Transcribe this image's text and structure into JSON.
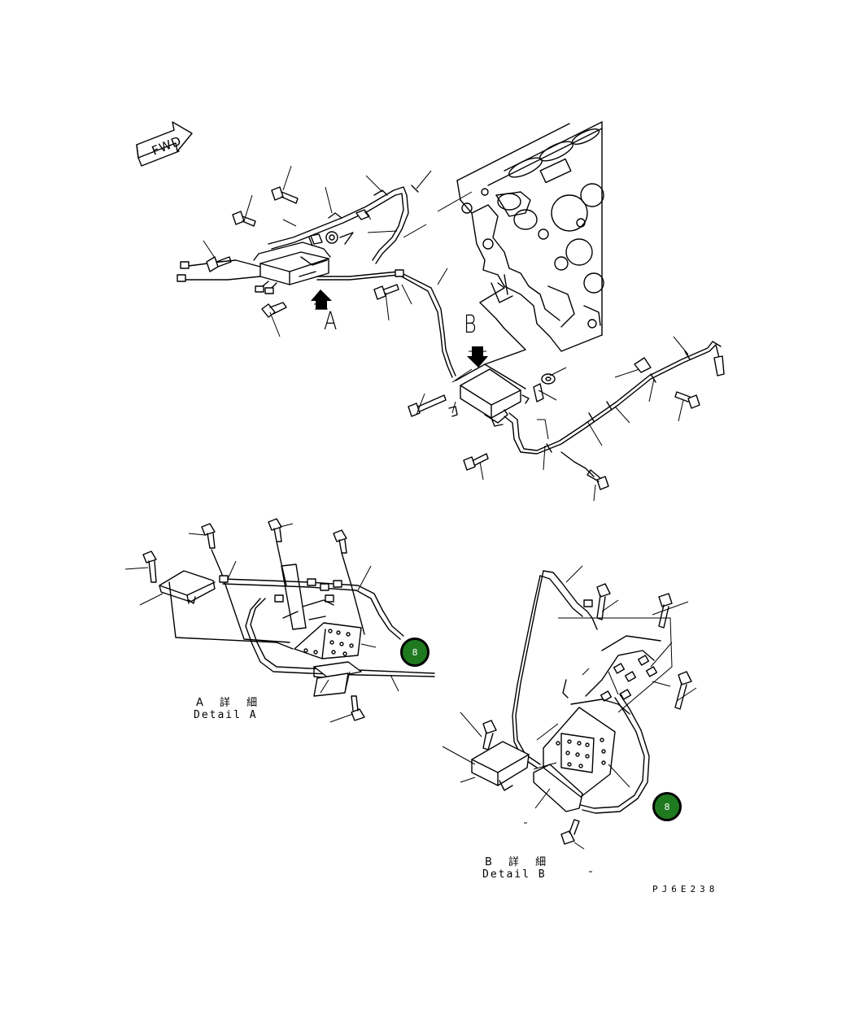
{
  "fwd_label": "FWD",
  "views": {
    "a_letter": "A",
    "b_letter": "B"
  },
  "detail_a": {
    "jp": "A 詳 細",
    "en": "Detail A"
  },
  "detail_b": {
    "jp": "B 詳 細",
    "en": "Detail B"
  },
  "callouts": {
    "a": "8",
    "b": "8"
  },
  "drawing_code": "PJ6E238",
  "colors": {
    "callout_fill": "#1f7a1f",
    "line": "#000000",
    "background": "#ffffff"
  },
  "icons": {
    "fwd": "fwd-arrow-icon",
    "view_arrow": "view-arrow-icon",
    "callout": "callout-circle-icon"
  }
}
